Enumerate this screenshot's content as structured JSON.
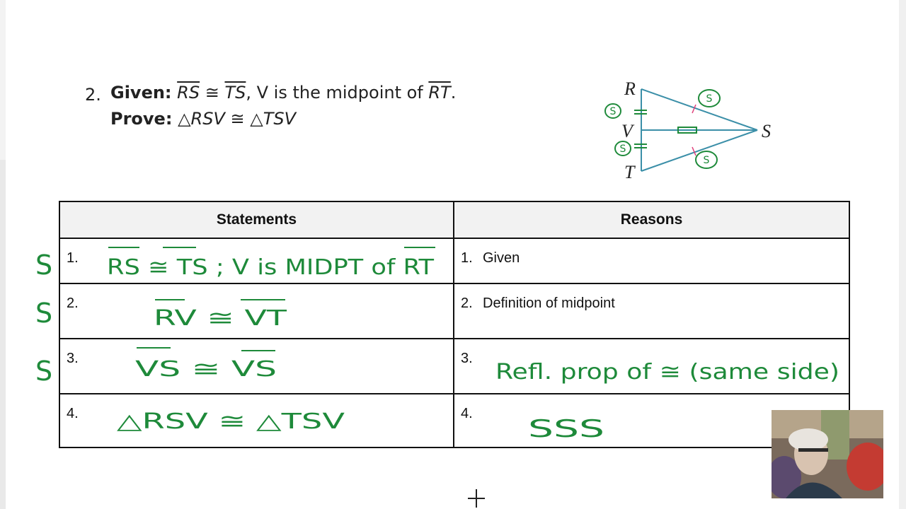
{
  "problem": {
    "number": "2.",
    "given_label": "Given:",
    "given_seg1": "RS",
    "cong1": " ≅ ",
    "given_seg2": "TS",
    "given_mid_text": ", V is the midpoint of ",
    "given_seg3": "RT",
    "given_end": ".",
    "prove_label": "Prove:",
    "prove_statement": "△RSV ≅ △TSV"
  },
  "diagram": {
    "labels": {
      "r": "R",
      "s": "S",
      "t": "T",
      "v": "V"
    },
    "annotations": [
      "S",
      "S",
      "S",
      "S"
    ],
    "colors": {
      "lines": "#3b8fa8",
      "marks": "#e0407a",
      "ink": "#1e8a3a"
    }
  },
  "table": {
    "headers": {
      "statements": "Statements",
      "reasons": "Reasons"
    },
    "rows": [
      {
        "num": "1.",
        "statement": "RS ≅ TS ; V is MIDPT of RT",
        "reason_num": "1.",
        "reason": "Given"
      },
      {
        "num": "2.",
        "statement": "RV ≅ VT",
        "reason_num": "2.",
        "reason": "Definition of midpoint"
      },
      {
        "num": "3.",
        "statement": "VS ≅ VS",
        "reason_num": "3.",
        "reason": "Refl. prop of ≅ (same side)"
      },
      {
        "num": "4.",
        "statement": "△RSV ≅ △TSV",
        "reason_num": "4.",
        "reason": "SSS"
      }
    ]
  },
  "margin_marks": [
    "S",
    "S",
    "S"
  ],
  "ink_color": "#1e8a3a"
}
